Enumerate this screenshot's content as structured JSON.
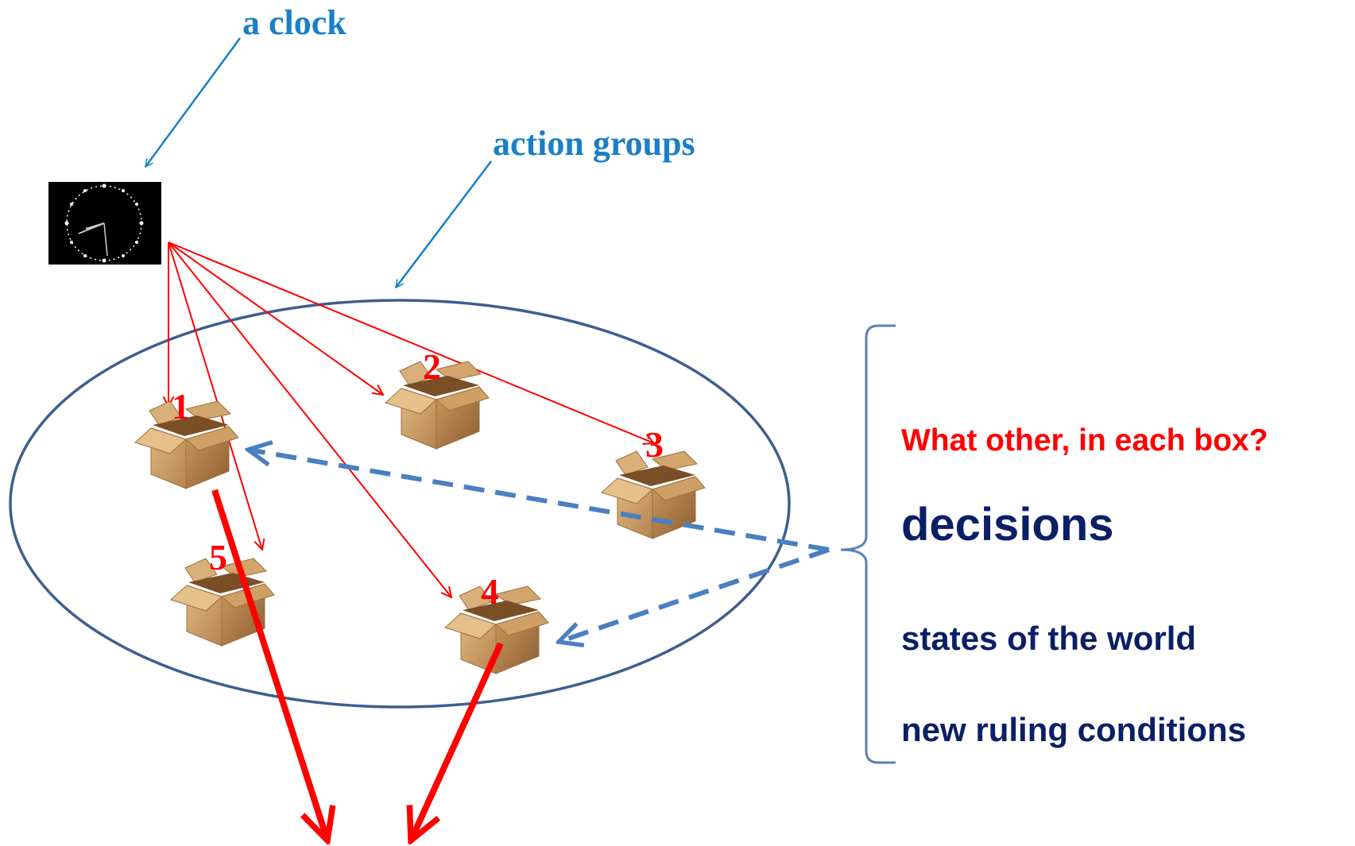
{
  "labels": {
    "clock": "a clock",
    "action_groups": "action groups"
  },
  "boxes": [
    {
      "number": "1"
    },
    {
      "number": "2"
    },
    {
      "number": "3"
    },
    {
      "number": "4"
    },
    {
      "number": "5"
    }
  ],
  "side_panel": {
    "question": "What other, in each box?",
    "decisions": "decisions",
    "states": "states of the world",
    "ruling": "new ruling conditions"
  },
  "colors": {
    "label_blue": "#1a7fc7",
    "red": "#ff0000",
    "navy": "#0b1f66",
    "ellipse": "#3d5f8f",
    "dashed": "#4a7fc1",
    "brace": "#5b82b8"
  },
  "icons": {
    "clock": "clock-icon",
    "box": "open-cardboard-box-icon"
  }
}
